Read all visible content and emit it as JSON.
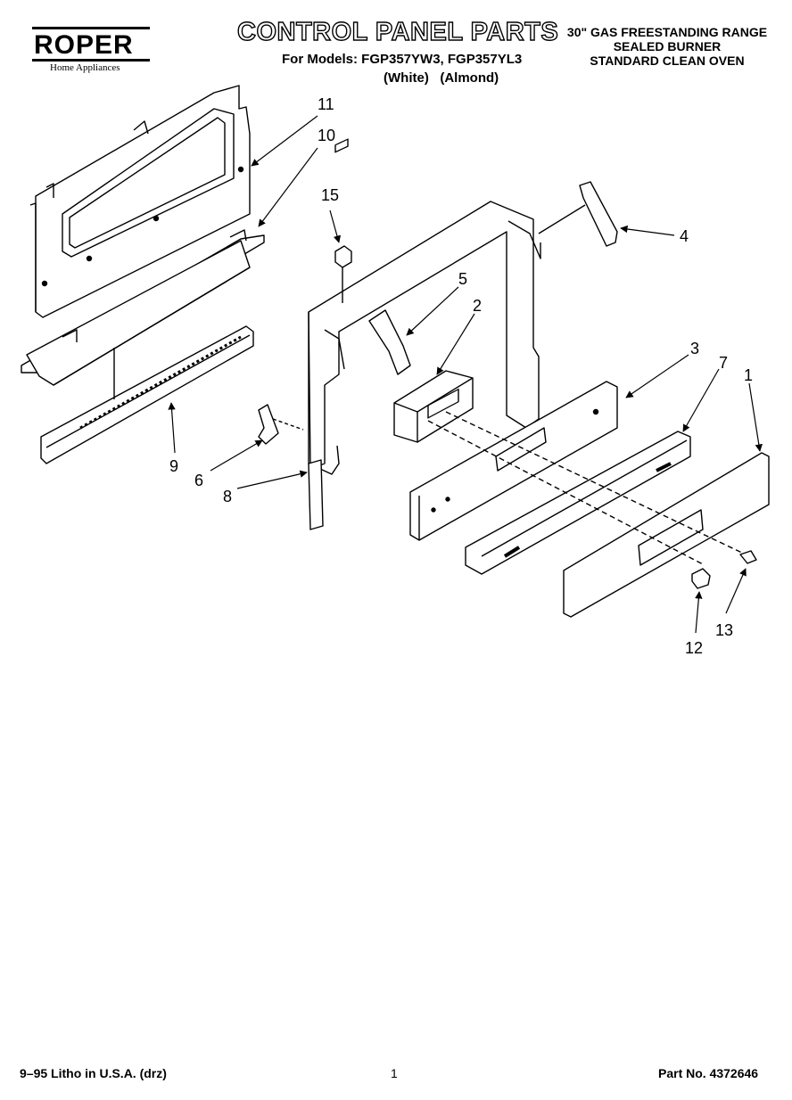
{
  "brand": {
    "name": "ROPER",
    "tagline": "Home Appliances"
  },
  "header": {
    "title": "CONTROL PANEL PARTS",
    "models_line": "For Models: FGP357YW3, FGP357YL3",
    "colors_line": "(White)   (Almond)",
    "spec_lines": [
      "30\" GAS FREESTANDING RANGE",
      "SEALED BURNER",
      "STANDARD CLEAN OVEN"
    ]
  },
  "callouts": [
    "11",
    "10",
    "15",
    "5",
    "2",
    "4",
    "3",
    "7",
    "1",
    "9",
    "6",
    "8",
    "12",
    "13"
  ],
  "footer": {
    "litho": "9–95 Litho in U.S.A. (drz)",
    "page": "1",
    "part_no": "Part No. 4372646"
  }
}
